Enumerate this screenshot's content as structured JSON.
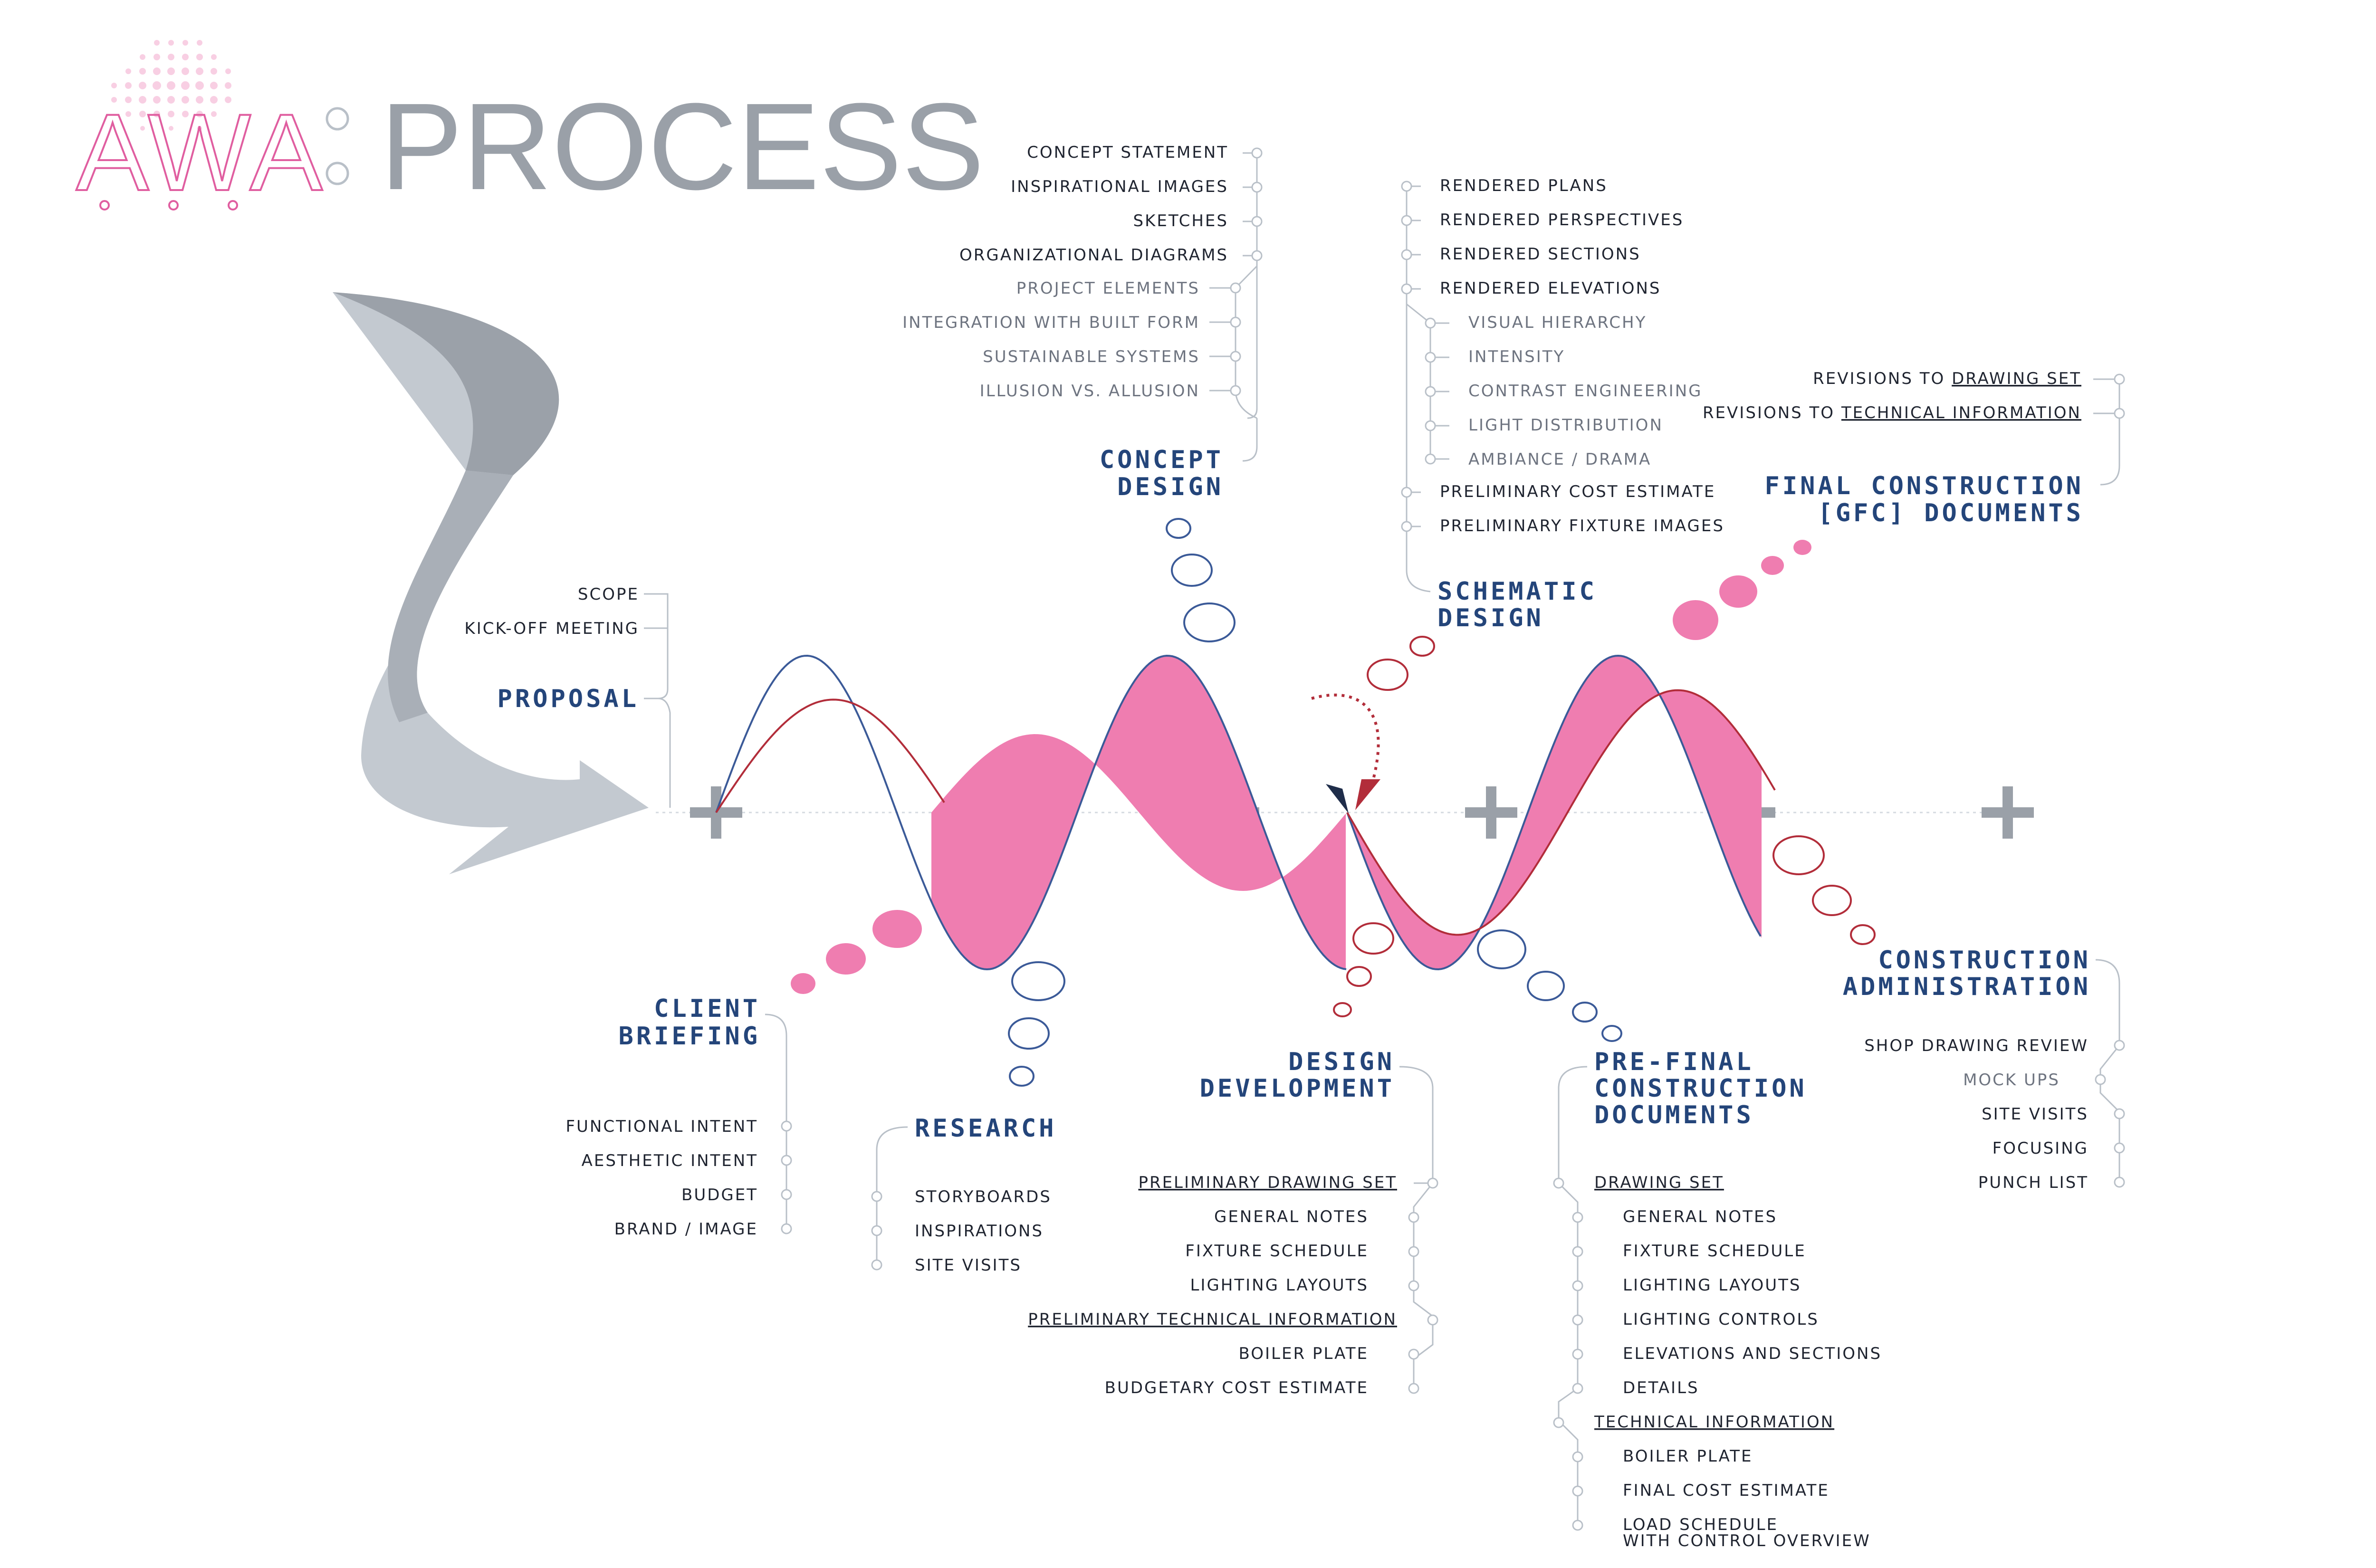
{
  "logo": {
    "text": "AWA",
    "color": "#e05ea0"
  },
  "title": "PROCESS",
  "colors": {
    "pink": "#ef7db0",
    "blue_line": "#3b5a98",
    "red_line": "#b22d3a",
    "navy": "#24457a",
    "grey": "#9aa0a8",
    "arrow_dark": "#9ba1a9",
    "arrow_light": "#c3c9d0"
  },
  "stages": {
    "proposal": {
      "title": "PROPOSAL",
      "items": [
        "SCOPE",
        "KICK-OFF MEETING"
      ]
    },
    "client_briefing": {
      "title_1": "CLIENT",
      "title_2": "BRIEFING",
      "items": [
        "FUNCTIONAL INTENT",
        "AESTHETIC INTENT",
        "BUDGET",
        "BRAND / IMAGE"
      ]
    },
    "research": {
      "title": "RESEARCH",
      "items": [
        "STORYBOARDS",
        "INSPIRATIONS",
        "SITE VISITS"
      ]
    },
    "concept_design": {
      "title_1": "CONCEPT",
      "title_2": "DESIGN",
      "items": [
        "CONCEPT STATEMENT",
        "INSPIRATIONAL IMAGES",
        "SKETCHES",
        "ORGANIZATIONAL DIAGRAMS"
      ],
      "subitems": [
        "PROJECT ELEMENTS",
        "INTEGRATION WITH BUILT FORM",
        "SUSTAINABLE SYSTEMS",
        "ILLUSION VS. ALLUSION"
      ]
    },
    "schematic_design": {
      "title_1": "SCHEMATIC",
      "title_2": "DESIGN",
      "items_top": [
        "RENDERED PLANS",
        "RENDERED PERSPECTIVES",
        "RENDERED SECTIONS",
        "RENDERED ELEVATIONS"
      ],
      "subitems": [
        "VISUAL HIERARCHY",
        "INTENSITY",
        "CONTRAST ENGINEERING",
        "LIGHT DISTRIBUTION",
        "AMBIANCE / DRAMA"
      ],
      "items_bottom": [
        "PRELIMINARY COST ESTIMATE",
        "PRELIMINARY FIXTURE IMAGES"
      ]
    },
    "design_development": {
      "title_1": "DESIGN",
      "title_2": "DEVELOPMENT",
      "group_1": "PRELIMINARY DRAWING SET",
      "group_1_items": [
        "GENERAL NOTES",
        "FIXTURE SCHEDULE",
        "LIGHTING LAYOUTS"
      ],
      "group_2": "PRELIMINARY TECHNICAL INFORMATION",
      "group_2_items": [
        "BOILER PLATE",
        "BUDGETARY COST ESTIMATE"
      ]
    },
    "pre_final": {
      "title_1": "PRE-FINAL",
      "title_2": "CONSTRUCTION",
      "title_3": "DOCUMENTS",
      "group_1": "DRAWING SET",
      "group_1_items": [
        "GENERAL NOTES",
        "FIXTURE SCHEDULE",
        "LIGHTING LAYOUTS",
        "LIGHTING CONTROLS",
        "ELEVATIONS AND SECTIONS",
        "DETAILS"
      ],
      "group_2": "TECHNICAL INFORMATION",
      "group_2_items": [
        "BOILER PLATE",
        "FINAL COST ESTIMATE"
      ],
      "last_item_1": "LOAD SCHEDULE",
      "last_item_2": "WITH CONTROL OVERVIEW"
    },
    "final_construction": {
      "title_1": "FINAL CONSTRUCTION",
      "title_2": "[GFC] DOCUMENTS",
      "item_1_prefix": "REVISIONS TO ",
      "item_1_link": "DRAWING SET",
      "item_2_prefix": "REVISIONS TO ",
      "item_2_link": "TECHNICAL INFORMATION"
    },
    "construction_admin": {
      "title_1": "CONSTRUCTION",
      "title_2": "ADMINISTRATION",
      "items": [
        "SHOP DRAWING REVIEW",
        "MOCK UPS",
        "SITE VISITS",
        "FOCUSING",
        "PUNCH LIST"
      ]
    }
  }
}
